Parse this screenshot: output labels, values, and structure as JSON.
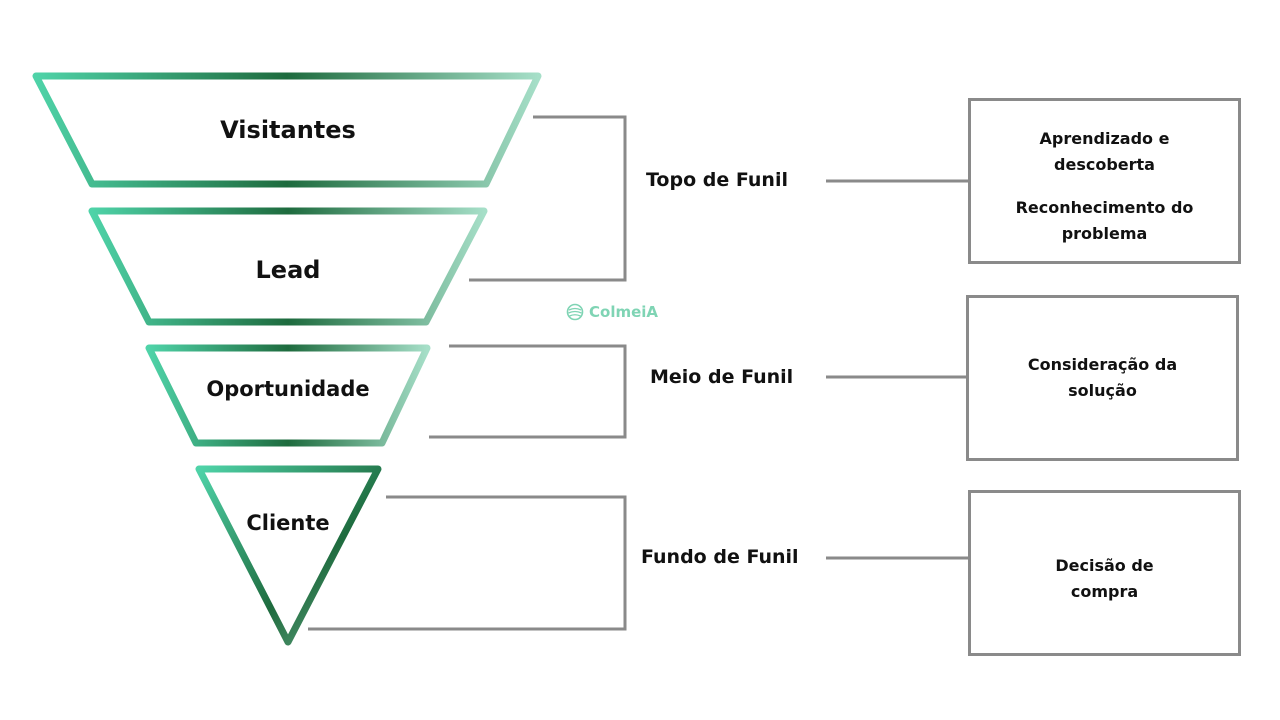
{
  "colors": {
    "funnel_light": "#4fd3a8",
    "funnel_dark": "#1e6b3e",
    "funnel_pale": "#a6dfc8",
    "connector": "#8a8a8a",
    "text": "#111111",
    "brand": "#7fd4b4"
  },
  "funnel": {
    "stages": [
      {
        "label": "Visitantes"
      },
      {
        "label": "Lead"
      },
      {
        "label": "Oportunidade"
      },
      {
        "label": "Cliente"
      }
    ]
  },
  "phases": [
    {
      "label": "Topo de Funil",
      "box_lines": [
        "Aprendizado e",
        "descoberta",
        "Reconhecimento do",
        "problema"
      ]
    },
    {
      "label": "Meio de Funil",
      "box_lines": [
        "Consideração da",
        "solução"
      ]
    },
    {
      "label": "Fundo de Funil",
      "box_lines": [
        "Decisão de",
        "compra"
      ]
    }
  ],
  "brand": {
    "name": "ColmeiA",
    "icon": "colmeia-logo-icon"
  }
}
